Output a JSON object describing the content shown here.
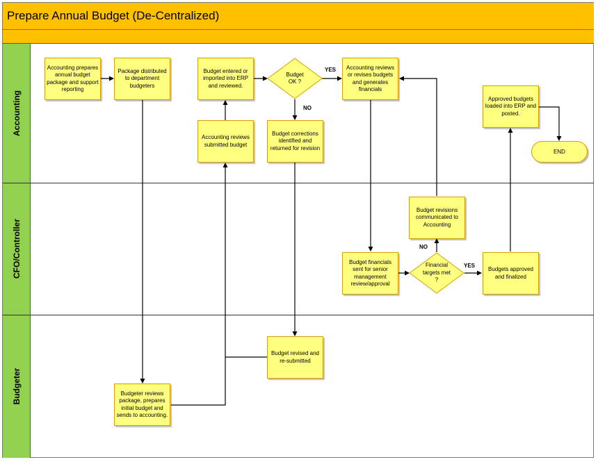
{
  "title": "Prepare Annual Budget (De-Centralized)",
  "lanes": {
    "accounting": "Accounting",
    "cfo": "CFO/Controller",
    "budgeter": "Budgeter"
  },
  "steps": {
    "accounting_prepares": "Accounting prepares annual budget package and support reporting",
    "package_distributed": "Package distributed to department budgeters",
    "budget_entered": "Budget entered or imported into ERP and reviewed.",
    "accounting_reviews_submitted": "Accounting reviews submitted budget",
    "budget_corrections": "Budget corrections identified and returned for revision",
    "accounting_revises": "Accounting reviews or revises budgets and generates financials",
    "approved_loaded": "Approved budgets loaded into ERP and posted.",
    "end": "END",
    "revisions_communicated": "Budget revisions communicated to Accounting",
    "financials_sent": "Budget financials sent for senior management review/approval",
    "budgets_approved": "Budgets approved and finalized",
    "budget_revised": "Budget revised and re-submitted",
    "budgeter_reviews": "Budgeter reviews package, prepares initial budget and sends to accounting."
  },
  "decisions": {
    "budget_ok": "Budget OK ?",
    "targets_met": "Financial targets met ?"
  },
  "labels": {
    "yes_1": "YES",
    "no_1": "NO",
    "no_2": "NO",
    "yes_2": "YES"
  },
  "colors": {
    "title_bar": "#ffc000",
    "lane_label": "#92d050",
    "step_fill": "#ffff80",
    "step_border": "#d4a000"
  }
}
